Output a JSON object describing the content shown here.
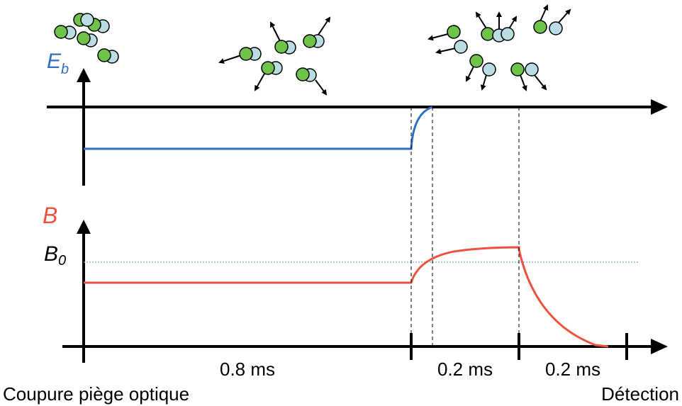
{
  "axes": {
    "energy_label_main": "E",
    "energy_label_sub": "b",
    "field_label": "B",
    "b0_label_main": "B",
    "b0_label_sub": "0"
  },
  "durations": {
    "phase1": "0.8 ms",
    "phase2": "0.2 ms",
    "phase3": "0.2 ms"
  },
  "events": {
    "start": "Coupure piège optique",
    "end": "Détection"
  },
  "colors": {
    "energy_curve": "#2f6fc4",
    "field_curve": "#f0513f",
    "reference_line": "#7fa6b8",
    "atom_green": "#6fc24a",
    "atom_blue": "#b9dde3"
  }
}
